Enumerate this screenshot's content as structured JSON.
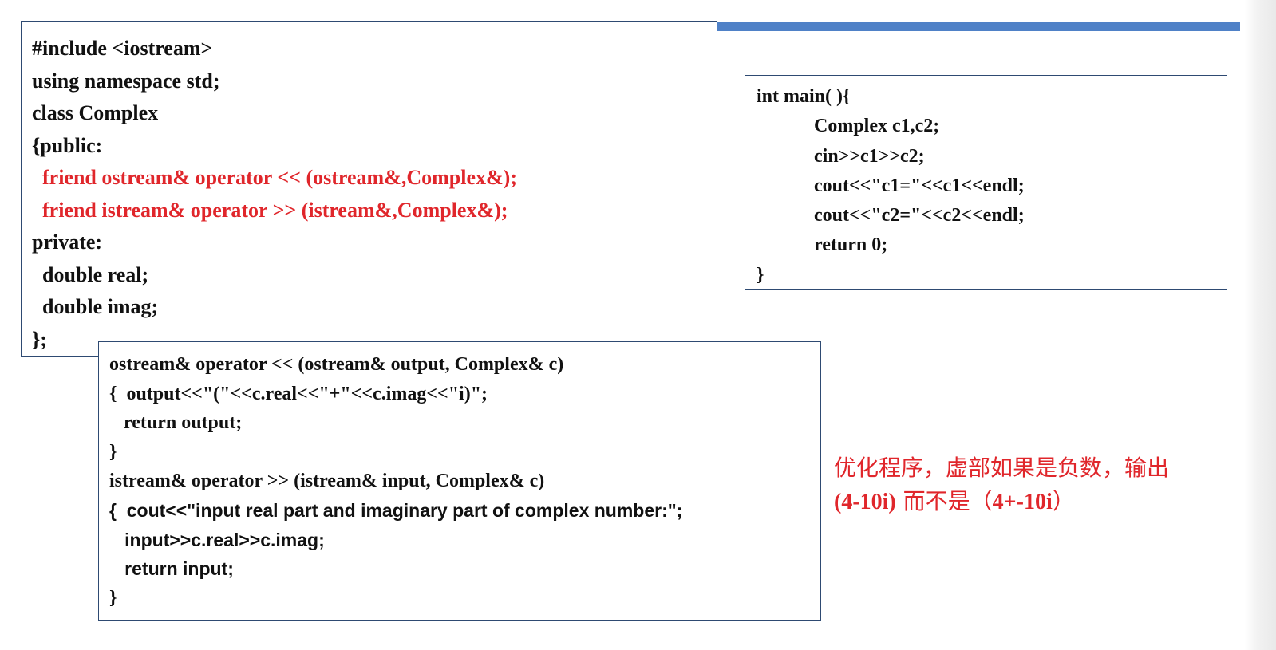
{
  "class_box": {
    "lines": [
      {
        "text": "#include <iostream>",
        "highlight": false
      },
      {
        "text": "using namespace std;",
        "highlight": false
      },
      {
        "text": "class Complex",
        "highlight": false
      },
      {
        "text": "{public:",
        "highlight": false
      },
      {
        "text": "  friend ostream& operator << (ostream&,Complex&);",
        "highlight": true
      },
      {
        "text": "  friend istream& operator >> (istream&,Complex&);",
        "highlight": true
      },
      {
        "text": "private:",
        "highlight": false
      },
      {
        "text": "  double real;",
        "highlight": false
      },
      {
        "text": "  double imag;",
        "highlight": false
      },
      {
        "text": "};",
        "highlight": false
      }
    ]
  },
  "main_box": {
    "lines": [
      "int main( ){",
      "            Complex c1,c2;",
      "            cin>>c1>>c2;",
      "            cout<<\"c1=\"<<c1<<endl;",
      "            cout<<\"c2=\"<<c2<<endl;",
      "            return 0;",
      "}"
    ]
  },
  "ops_box": {
    "lines": [
      {
        "text": "ostream& operator << (ostream& output, Complex& c)",
        "font": "serif"
      },
      {
        "text": "{  output<<\"(\"<<c.real<<\"+\"<<c.imag<<\"i)\";",
        "font": "serif"
      },
      {
        "text": "   return output;",
        "font": "serif"
      },
      {
        "text": "}",
        "font": "serif"
      },
      {
        "text": "istream& operator >> (istream& input, Complex& c)",
        "font": "serif"
      },
      {
        "text": "{  cout<<\"input real part and imaginary part of complex number:\";",
        "font": "sans"
      },
      {
        "text": "   input>>c.real>>c.imag;",
        "font": "sans"
      },
      {
        "text": "   return input;",
        "font": "sans"
      },
      {
        "text": "}",
        "font": "serif"
      }
    ]
  },
  "note": {
    "line1": "优化程序，虚部如果是负数，输出",
    "line2_a": "(4-10i)",
    "line2_b": " 而不是（",
    "line2_c": "4+-10i",
    "line2_d": "）"
  },
  "colors": {
    "accent_bar": "#4f81c7",
    "highlight_red": "#e0262b",
    "box_border": "#2e4a72"
  }
}
